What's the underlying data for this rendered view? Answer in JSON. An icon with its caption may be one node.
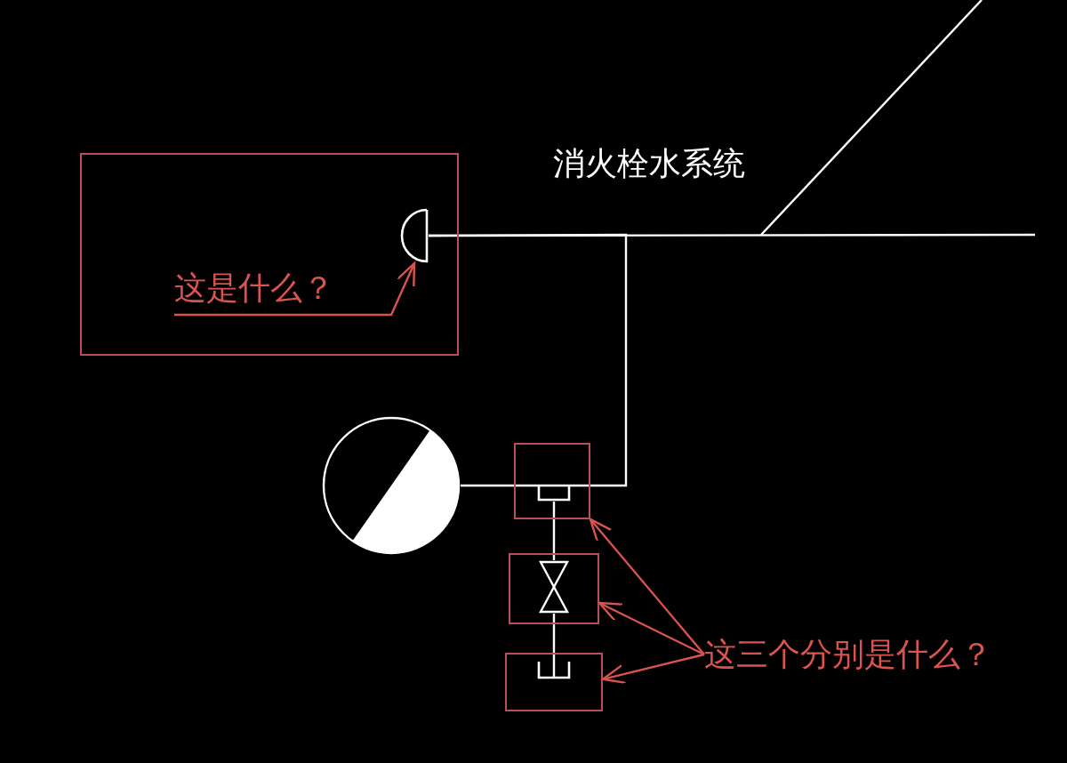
{
  "diagram": {
    "nodes": [
      {
        "text": [],
        "shape": "box"
      },
      {
        "text": [
          "这是什么？"
        ],
        "in": 0
      },
      {
        "text": [],
        "shape": "semicircle",
        "in": 0
      },
      {
        "text": [],
        "shape": "circle"
      },
      {
        "text": [],
        "shape": "box"
      },
      {
        "text": [],
        "shape": "bracket",
        "in": 4
      },
      {
        "text": [],
        "shape": "box"
      },
      {
        "text": [],
        "shape": "valve",
        "in": 6
      },
      {
        "text": [],
        "shape": "box"
      },
      {
        "text": [],
        "shape": "bracket",
        "in": 8
      },
      {
        "text": [
          "这三个分别是什么？"
        ]
      }
    ],
    "edges": [
      {
        "from": 1,
        "to": 2,
        "arrow": "to",
        "color": "#d9534f"
      },
      {
        "from": 2,
        "to": null,
        "arrow": "none",
        "color": "#ffffff"
      },
      {
        "from": 2,
        "to": 3,
        "arrow": "none",
        "color": "#ffffff"
      },
      {
        "from": 5,
        "to": 7,
        "arrow": "none",
        "color": "#ffffff"
      },
      {
        "from": 7,
        "to": 9,
        "arrow": "none",
        "color": "#ffffff"
      },
      {
        "from": 10,
        "to": 4,
        "arrow": "to",
        "color": "#d9534f"
      },
      {
        "from": 10,
        "to": 6,
        "arrow": "to",
        "color": "#d9534f"
      },
      {
        "from": 10,
        "to": 8,
        "arrow": "to",
        "color": "#d9534f"
      }
    ],
    "labels": [
      "消火栓水系统"
    ]
  }
}
